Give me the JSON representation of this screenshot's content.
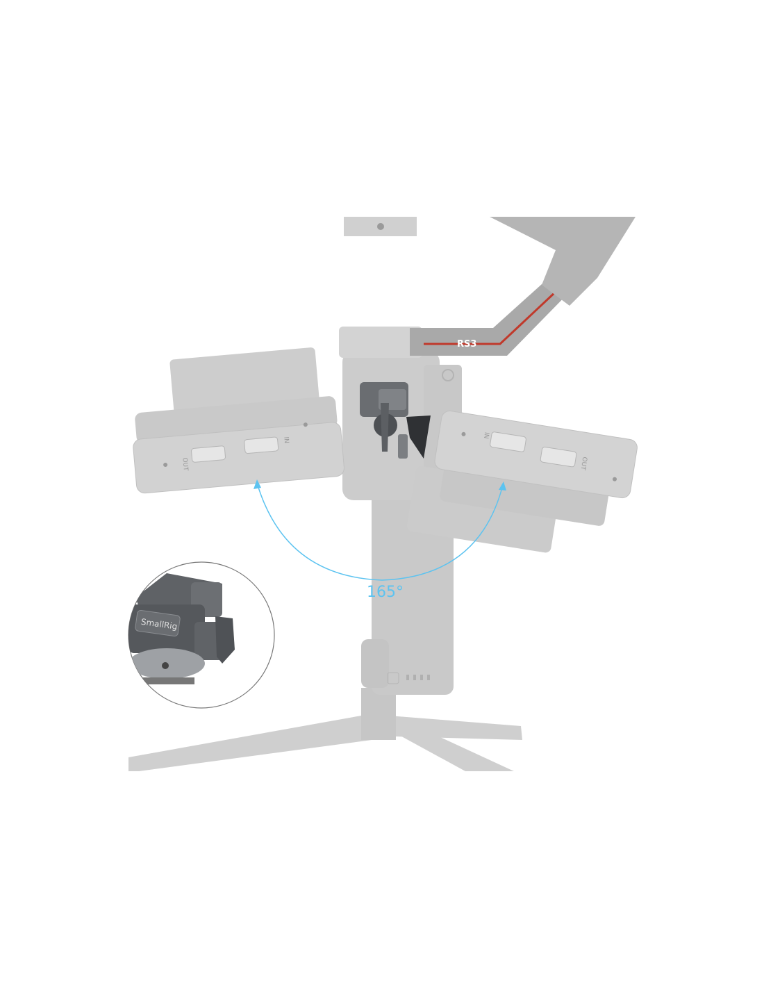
{
  "product": {
    "gimbal_label": "RS3",
    "brand_label": "SmallRig",
    "rotation_angle_label": "165°",
    "left_transmitter_ports": [
      "OUT",
      "IN"
    ],
    "right_transmitter_ports": [
      "IN",
      "OUT"
    ]
  },
  "colors": {
    "arc": "#5cc3f0",
    "gimbal": "#c9c9c9",
    "accent_red": "#c0392b",
    "mount": "#55585c"
  }
}
